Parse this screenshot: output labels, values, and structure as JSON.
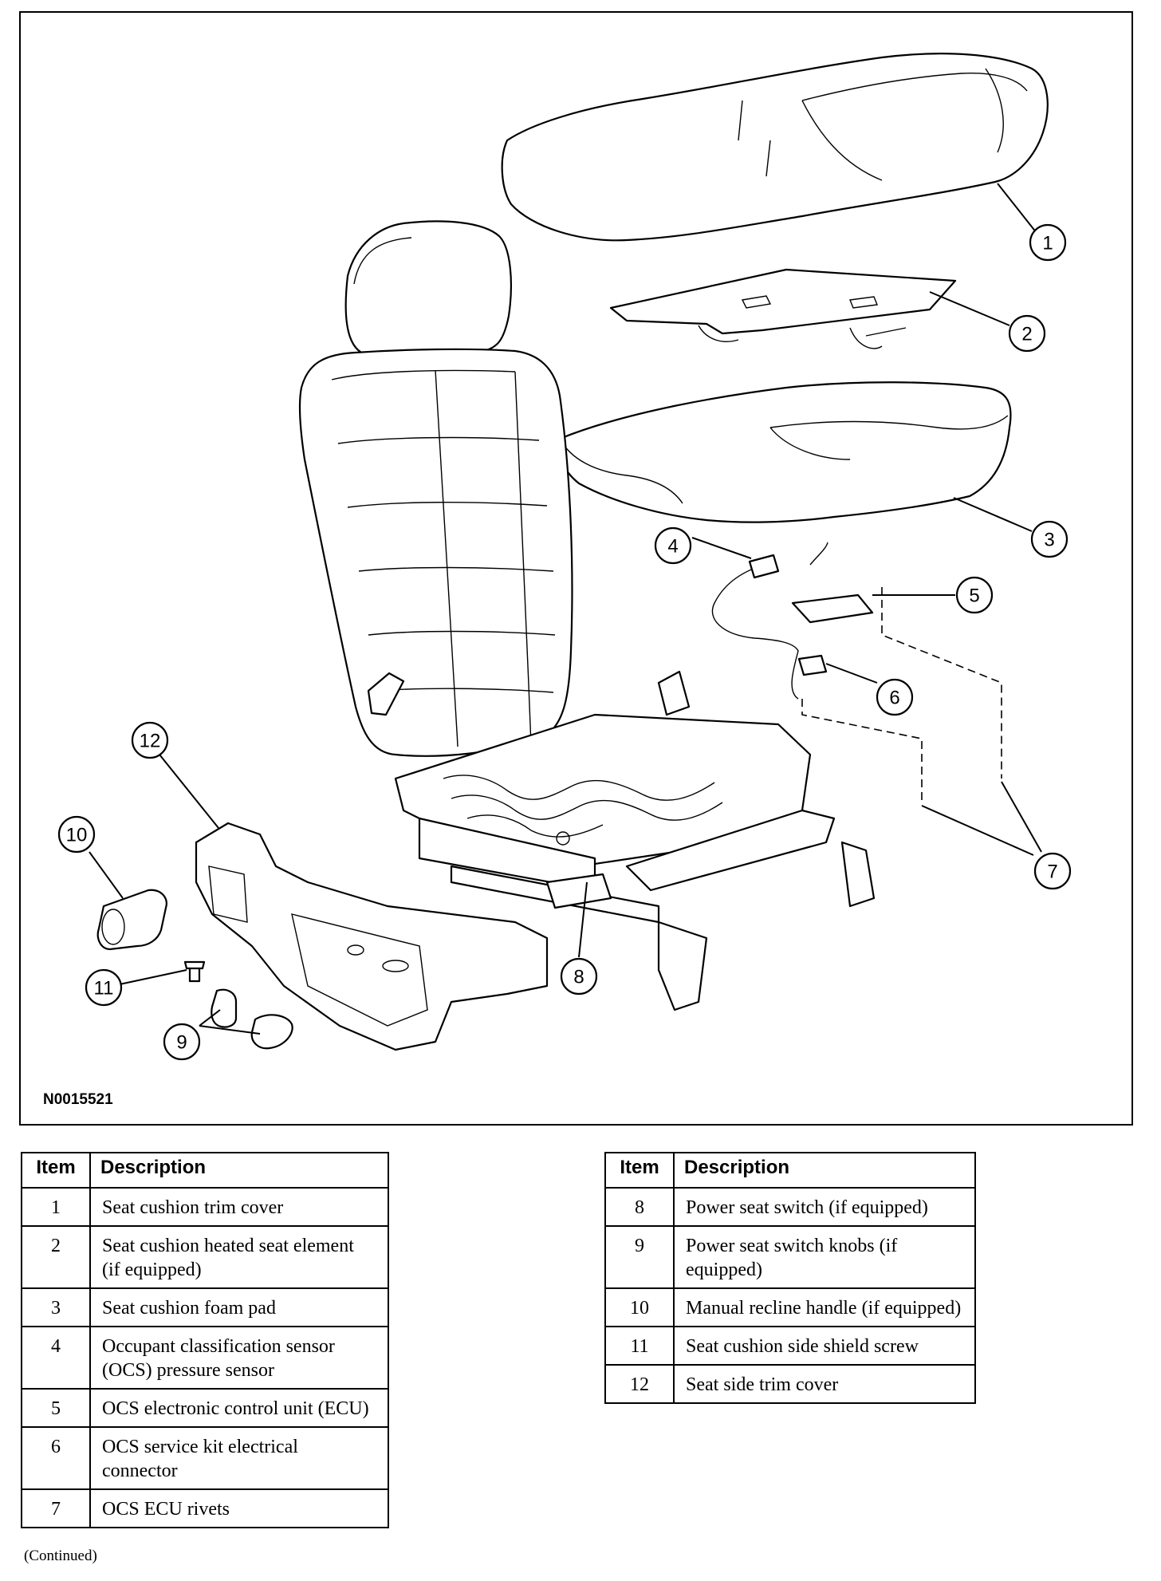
{
  "figure": {
    "id": "N0015521",
    "callouts": [
      "1",
      "2",
      "3",
      "4",
      "5",
      "6",
      "7",
      "8",
      "9",
      "10",
      "11",
      "12"
    ]
  },
  "tables": {
    "header_item": "Item",
    "header_description": "Description",
    "left": [
      {
        "item": "1",
        "description": "Seat cushion trim cover"
      },
      {
        "item": "2",
        "description": "Seat cushion heated seat element (if equipped)"
      },
      {
        "item": "3",
        "description": "Seat cushion foam pad"
      },
      {
        "item": "4",
        "description": "Occupant classification sensor (OCS) pressure sensor"
      },
      {
        "item": "5",
        "description": "OCS electronic control unit (ECU)"
      },
      {
        "item": "6",
        "description": "OCS service kit electrical connector"
      },
      {
        "item": "7",
        "description": "OCS ECU rivets"
      }
    ],
    "right": [
      {
        "item": "8",
        "description": "Power seat switch (if equipped)"
      },
      {
        "item": "9",
        "description": "Power seat switch knobs (if equipped)"
      },
      {
        "item": "10",
        "description": "Manual recline handle (if equipped)"
      },
      {
        "item": "11",
        "description": "Seat cushion side shield screw"
      },
      {
        "item": "12",
        "description": "Seat side trim cover"
      }
    ]
  },
  "footer": {
    "continued": "(Continued)"
  }
}
